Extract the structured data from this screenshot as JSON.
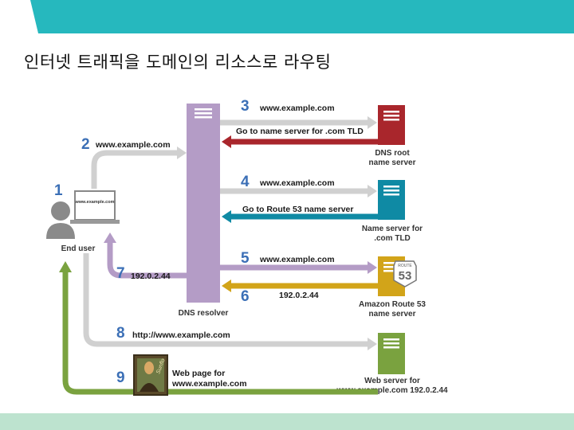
{
  "title": "인터넷 트래픽을 도메인의 리소스로 라우팅",
  "nodes": {
    "end_user": "End user",
    "laptop_screen": "www.example.com",
    "dns_resolver": "DNS resolver",
    "root_line1": "DNS root",
    "root_line2": "name server",
    "tld_line1": "Name server for",
    "tld_line2": ".com TLD",
    "r53_line1": "Amazon Route 53",
    "r53_line2": "name server",
    "r53_badge_top": "ROUTE",
    "r53_badge_num": "53",
    "web_line1": "Web server for",
    "web_line2": "www.example.com 192.0.2.44",
    "painting_signature": "Sunflo"
  },
  "steps": {
    "s1": {
      "num": "1"
    },
    "s2": {
      "num": "2",
      "label": "www.example.com"
    },
    "s3": {
      "num": "3",
      "label": "www.example.com",
      "response": "Go to name server for .com TLD"
    },
    "s4": {
      "num": "4",
      "label": "www.example.com",
      "response": "Go to Route 53 name server"
    },
    "s5": {
      "num": "5",
      "label": "www.example.com"
    },
    "s6": {
      "num": "6",
      "label": "192.0.2.44"
    },
    "s7": {
      "num": "7",
      "label": "192.0.2.44"
    },
    "s8": {
      "num": "8",
      "label": "http://www.example.com"
    },
    "s9": {
      "num": "9",
      "label_line1": "Web page for",
      "label_line2": "www.example.com"
    }
  },
  "colors": {
    "accent_top": "#26b8be",
    "accent_bottom": "#bde3cf",
    "resolver_purple": "#b49cc6",
    "step_number_blue": "#3b6fb6",
    "root_red": "#a9262c",
    "tld_teal": "#0f8aa4",
    "route53_gold": "#d2a419",
    "web_green": "#7aa23f",
    "request_gray": "#c8c8c8"
  }
}
